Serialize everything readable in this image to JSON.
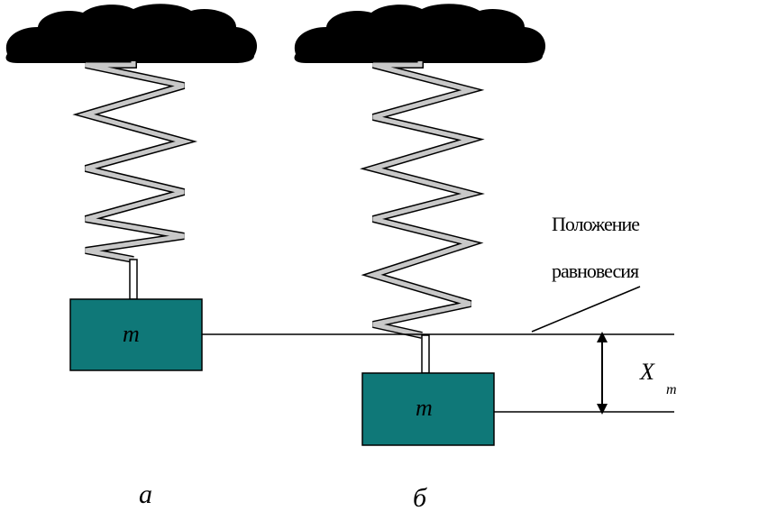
{
  "labels": {
    "mass_a": "m",
    "mass_b": "m",
    "caption_a": "а",
    "caption_b": "б",
    "equilibrium_line1": "Положение",
    "equilibrium_line2": "равновесия",
    "amplitude_symbol": "X",
    "amplitude_subscript": "m"
  },
  "colors": {
    "cloud": "#000000",
    "spring": "#c8c8c8",
    "mass_fill": "#0f7878",
    "line": "#000000",
    "background": "#ffffff"
  }
}
